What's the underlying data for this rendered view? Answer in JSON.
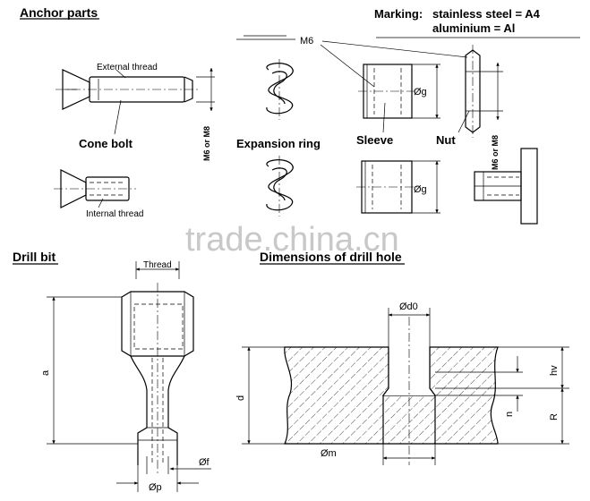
{
  "headings": {
    "anchor_parts": "Anchor parts",
    "drill_bit": "Drill bit",
    "dimensions": "Dimensions of drill hole"
  },
  "marking": {
    "label": "Marking:",
    "line1": "stainless steel = A4",
    "line2": "aluminium = Al"
  },
  "parts": {
    "external_thread": "External thread",
    "internal_thread": "Internal thread",
    "cone_bolt": "Cone bolt",
    "expansion_ring": "Expansion ring",
    "sleeve": "Sleeve",
    "nut": "Nut",
    "m6": "M6",
    "m6_or_m8": "M6 or M8",
    "g": "Øg"
  },
  "drill": {
    "thread": "Thread",
    "a": "a",
    "f": "Øf",
    "p": "Øp"
  },
  "hole": {
    "d0": "Ød0",
    "d": "d",
    "m": "Øm",
    "hv": "hv",
    "n": "n",
    "R": "R"
  },
  "watermark": "trade.china.cn"
}
